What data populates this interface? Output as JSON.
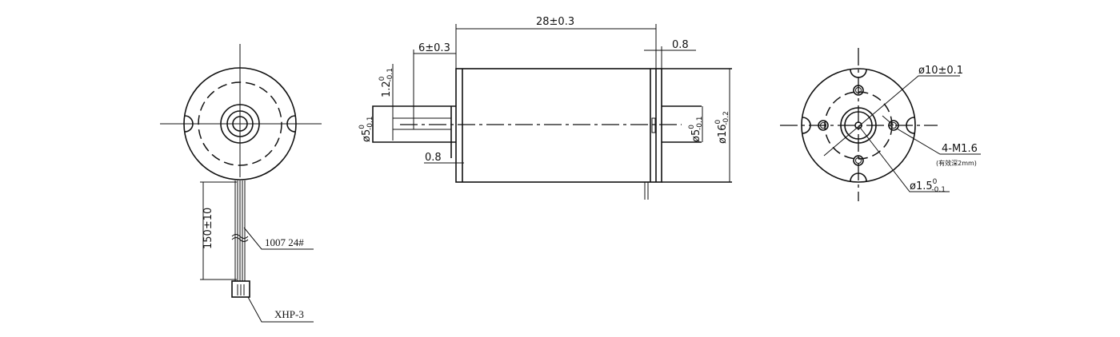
{
  "left_view": {
    "cable_length": "150±10",
    "wire_spec": "1007 24#",
    "connector": "XHP-3"
  },
  "side_view": {
    "length": "28±0.3",
    "shaft_length": "6±0.3",
    "flat_depth": {
      "main": "1.2",
      "upper": "0",
      "lower": "-0.1"
    },
    "shaft_dia_left": {
      "main": "ø5",
      "upper": "0",
      "lower": "-0.1"
    },
    "shaft_dia_right": {
      "main": "ø5",
      "upper": "0",
      "lower": "-0.1"
    },
    "body_dia": {
      "main": "ø16",
      "upper": "0",
      "lower": "-0.2"
    },
    "flange_left": "0.8",
    "flange_right": "0.8"
  },
  "front_view": {
    "pitch_dia": "ø10±0.1",
    "holes": "4-M1.6",
    "holes_note": "(有效深2mm)",
    "shaft_dia": {
      "main": "ø1.5",
      "upper": "0",
      "lower": "-0.1"
    }
  }
}
